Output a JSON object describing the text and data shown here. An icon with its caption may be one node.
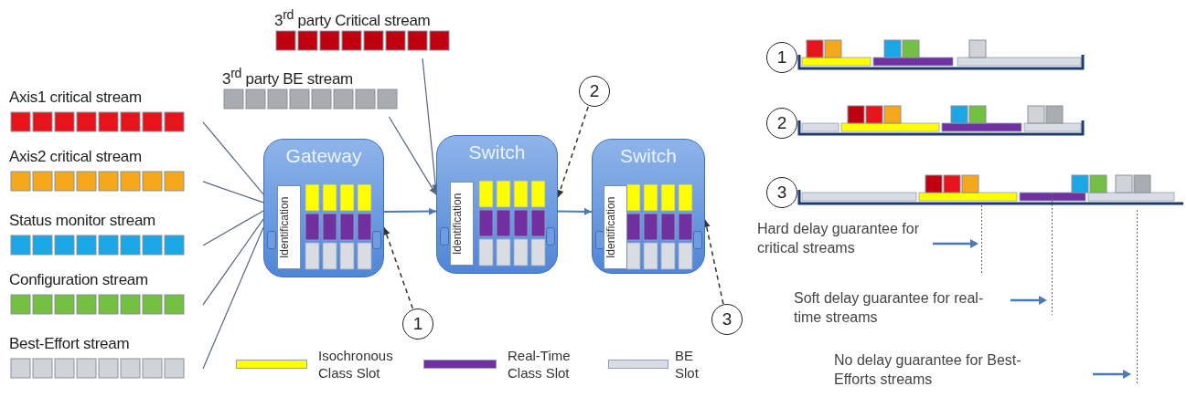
{
  "diagram": {
    "nodes": [
      {
        "text": [
          "Axis1 critical stream"
        ]
      },
      {
        "text": [
          "Axis2 critical stream"
        ]
      },
      {
        "text": [
          "Status monitor stream"
        ]
      },
      {
        "text": [
          "Configuration stream"
        ]
      },
      {
        "text": [
          "Best-Effort stream"
        ]
      },
      {
        "text": [
          "3$^{rd}$ party Critical stream"
        ]
      },
      {
        "text": [
          "3$^{rd}$ party BE stream"
        ]
      },
      {
        "text": [
          "Gateway"
        ]
      },
      {
        "text": [
          "Identification"
        ],
        "in": 7
      },
      {
        "text": [
          "Switch"
        ]
      },
      {
        "text": [
          "Identification"
        ],
        "in": 9
      },
      {
        "text": [
          "Switch"
        ]
      },
      {
        "text": [
          "Identification"
        ],
        "in": 11
      },
      {
        "text": [
          "1"
        ]
      },
      {
        "text": [
          "2"
        ]
      },
      {
        "text": [
          "3"
        ]
      },
      {
        "text": [
          "1"
        ]
      },
      {
        "text": [
          "2"
        ]
      },
      {
        "text": [
          "3"
        ]
      }
    ],
    "edges": [
      {
        "from": 0,
        "to": 7,
        "arrow": "none"
      },
      {
        "from": 1,
        "to": 7,
        "arrow": "none"
      },
      {
        "from": 2,
        "to": 7,
        "arrow": "none"
      },
      {
        "from": 3,
        "to": 7,
        "arrow": "none"
      },
      {
        "from": 4,
        "to": 7,
        "arrow": "none"
      },
      {
        "from": 5,
        "to": 9,
        "arrow": "to"
      },
      {
        "from": 6,
        "to": 9,
        "arrow": "to"
      },
      {
        "from": 7,
        "to": 9,
        "arrow": "to",
        "color": "#4a7ab8"
      },
      {
        "from": 9,
        "to": 11,
        "arrow": "to",
        "color": "#4a7ab8"
      },
      {
        "from": 13,
        "to": 7,
        "arrow": "to",
        "style": "dashed"
      },
      {
        "from": 14,
        "to": 9,
        "arrow": "to",
        "style": "dashed"
      },
      {
        "from": 15,
        "to": 11,
        "arrow": "to",
        "style": "dashed"
      }
    ],
    "labels": [
      "Hard delay guarantee for critical streams",
      "Soft delay guarantee for real-time streams",
      "No delay guarantee for Best-Efforts streams"
    ],
    "legend": [
      {
        "text": "Isochronous Class Slot",
        "color": "#ffff00"
      },
      {
        "text": "Real-Time Class Slot",
        "color": "#7030a0"
      },
      {
        "text": "BE Slot",
        "color": "#d9dde3"
      }
    ]
  }
}
